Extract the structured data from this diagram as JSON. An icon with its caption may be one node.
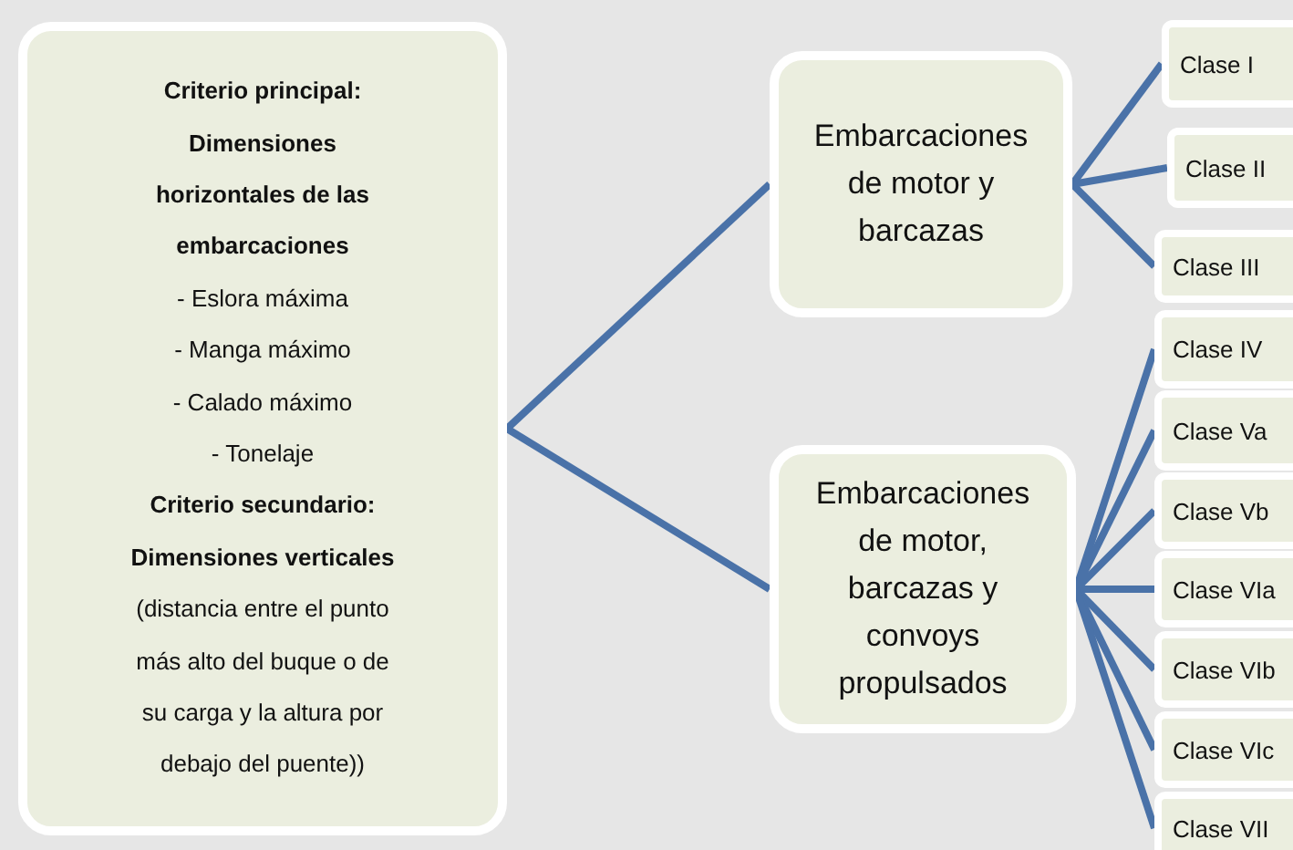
{
  "diagram": {
    "nodes": [
      {
        "text": [
          "Criterio principal: Dimensiones horizontales de las embarcaciones",
          "- Eslora máxima",
          "- Manga máximo",
          "- Calado máximo",
          "- Tonelaje",
          "Criterio secundario: Dimensiones verticales",
          "(distancia entre el punto más alto del buque o de su carga y la altura por debajo del puente))"
        ]
      },
      {
        "text": [
          "Embarcaciones de motor y barcazas"
        ]
      },
      {
        "text": [
          "Embarcaciones de motor, barcazas y convoys propulsados"
        ]
      },
      {
        "text": [
          "Clase I"
        ]
      },
      {
        "text": [
          "Clase II"
        ]
      },
      {
        "text": [
          "Clase III"
        ]
      },
      {
        "text": [
          "Clase IV"
        ]
      },
      {
        "text": [
          "Clase Va"
        ]
      },
      {
        "text": [
          "Clase Vb"
        ]
      },
      {
        "text": [
          "Clase VIa"
        ]
      },
      {
        "text": [
          "Clase VIb"
        ]
      },
      {
        "text": [
          "Clase VIc"
        ]
      },
      {
        "text": [
          "Clase VII"
        ]
      }
    ],
    "edges": [
      {
        "from": 0,
        "to": 1,
        "arrow": "none"
      },
      {
        "from": 0,
        "to": 2,
        "arrow": "none"
      },
      {
        "from": 1,
        "to": 3,
        "arrow": "none"
      },
      {
        "from": 1,
        "to": 4,
        "arrow": "none"
      },
      {
        "from": 1,
        "to": 5,
        "arrow": "none"
      },
      {
        "from": 2,
        "to": 6,
        "arrow": "none"
      },
      {
        "from": 2,
        "to": 7,
        "arrow": "none"
      },
      {
        "from": 2,
        "to": 8,
        "arrow": "none"
      },
      {
        "from": 2,
        "to": 9,
        "arrow": "none"
      },
      {
        "from": 2,
        "to": 10,
        "arrow": "none"
      },
      {
        "from": 2,
        "to": 11,
        "arrow": "none"
      },
      {
        "from": 2,
        "to": 12,
        "arrow": "none"
      }
    ]
  }
}
